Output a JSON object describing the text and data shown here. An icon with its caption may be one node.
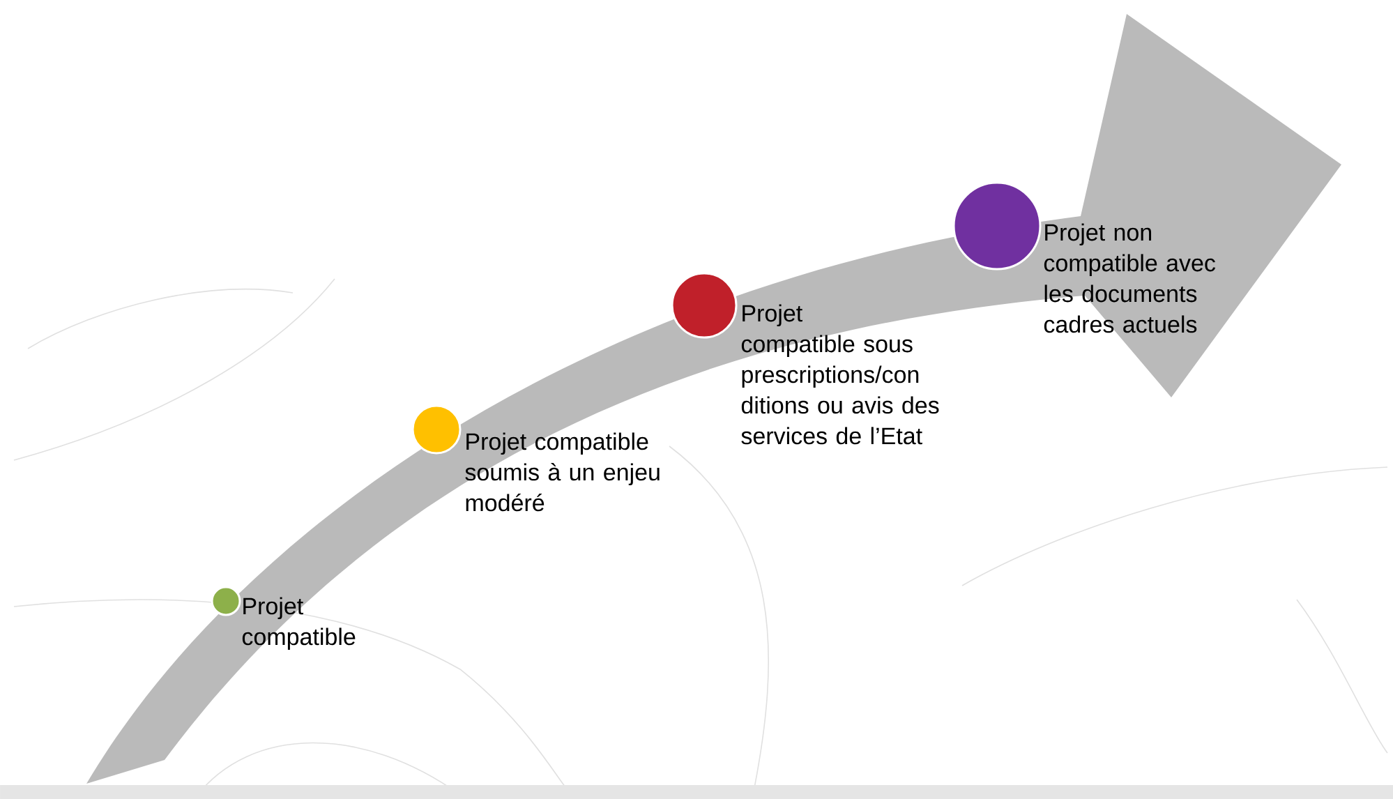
{
  "diagram": {
    "nodes": [
      {
        "text": [],
        "shape": "circle",
        "beside": [
          "Projet compatible"
        ]
      },
      {
        "text": [],
        "shape": "circle",
        "beside": [
          "Projet compatible soumis à un enjeu modéré"
        ]
      },
      {
        "text": [],
        "shape": "circle",
        "beside": [
          "Projet compatible sous prescriptions/con ditions ou avis des services de l’Etat"
        ]
      },
      {
        "text": [],
        "shape": "circle",
        "beside": [
          "Projet non compatible avec les documents cadres actuels"
        ]
      }
    ]
  }
}
